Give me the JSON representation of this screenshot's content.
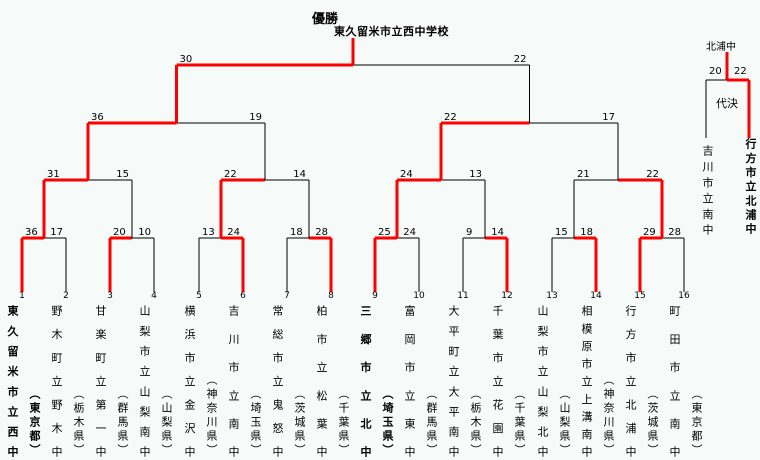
{
  "header": {
    "title": "優勝",
    "champion": "東久留米市立西中学校"
  },
  "colors": {
    "winner_line": "#ff0000",
    "loser_line": "#000000",
    "background": "#f6faf8"
  },
  "teams": [
    {
      "num": "1",
      "name": "東久留米市立西中",
      "pref": "（東京都）",
      "bold": true
    },
    {
      "num": "2",
      "name": "野木町立野木中",
      "pref": "（栃木県）"
    },
    {
      "num": "3",
      "name": "甘楽町立第一中",
      "pref": "（群馬県）"
    },
    {
      "num": "4",
      "name": "山梨市立山梨南中",
      "pref": "（山梨県）"
    },
    {
      "num": "5",
      "name": "横浜市立金沢中",
      "pref": "（神奈川県）"
    },
    {
      "num": "6",
      "name": "吉川市立南中",
      "pref": "（埼玉県）"
    },
    {
      "num": "7",
      "name": "常総市立鬼怒中",
      "pref": "（茨城県）"
    },
    {
      "num": "8",
      "name": "柏市立松葉中",
      "pref": "（千葉県）"
    },
    {
      "num": "9",
      "name": "三郷市立北中",
      "pref": "（埼玉県）",
      "bold": true
    },
    {
      "num": "10",
      "name": "富岡市立東中",
      "pref": "（群馬県）"
    },
    {
      "num": "11",
      "name": "大平町立大平南中",
      "pref": "（栃木県）"
    },
    {
      "num": "12",
      "name": "千葉市立花園中",
      "pref": "（千葉県）"
    },
    {
      "num": "13",
      "name": "山梨市立山梨北中",
      "pref": "（山梨県）"
    },
    {
      "num": "14",
      "name": "相模原市立上溝南中",
      "pref": "（神奈川県）"
    },
    {
      "num": "15",
      "name": "行方市立北浦中",
      "pref": "（茨城県）"
    },
    {
      "num": "16",
      "name": "町田市立南中",
      "pref": "（東京都）"
    }
  ],
  "rounds": [
    [
      [
        36,
        17
      ],
      [
        20,
        10
      ],
      [
        13,
        24
      ],
      [
        18,
        28
      ],
      [
        25,
        24
      ],
      [
        9,
        14
      ],
      [
        15,
        18
      ],
      [
        29,
        28
      ]
    ],
    [
      [
        31,
        15
      ],
      [
        22,
        14
      ],
      [
        24,
        13
      ],
      [
        21,
        22
      ]
    ],
    [
      [
        36,
        19
      ],
      [
        22,
        17
      ]
    ],
    [
      [
        30,
        22
      ]
    ]
  ],
  "playoff": {
    "label": "代決",
    "winner_short": "北浦中",
    "left": {
      "name": "吉川市立南中",
      "score": 20
    },
    "right": {
      "name": "行方市立北浦中",
      "score": 22
    }
  }
}
